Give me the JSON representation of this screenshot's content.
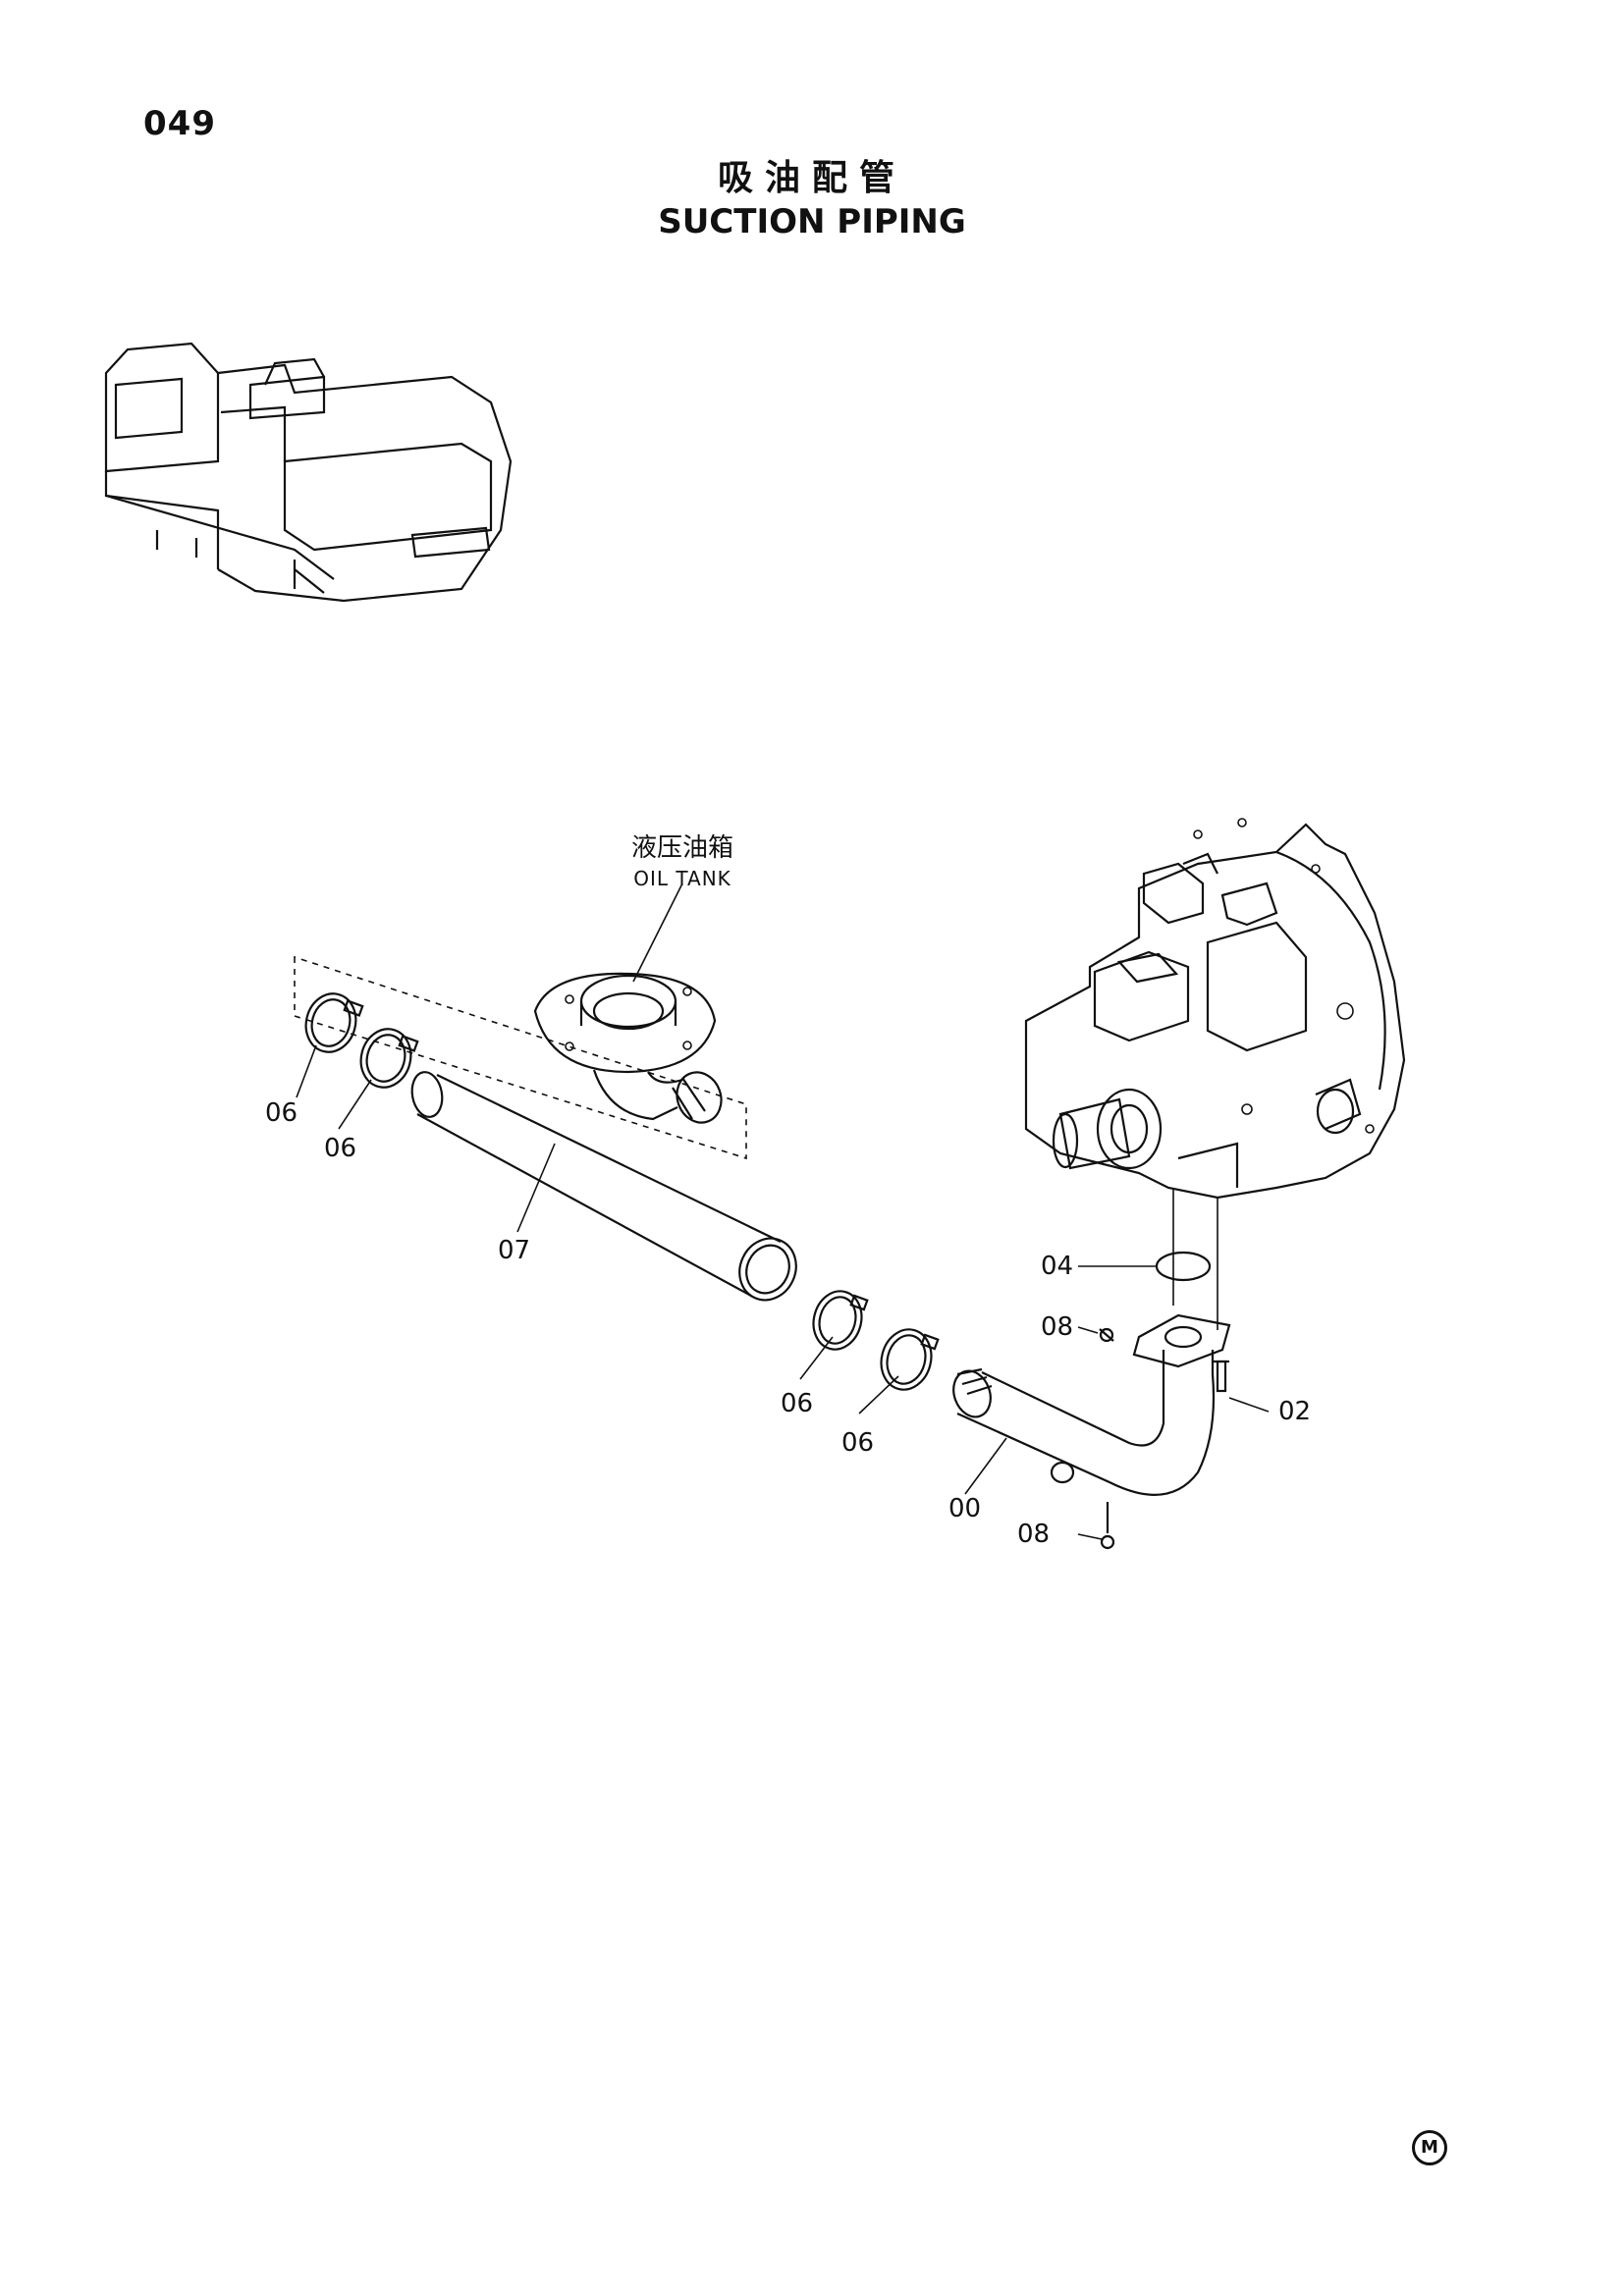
{
  "page": {
    "number": "049"
  },
  "title": {
    "chinese": "吸油配管",
    "english": "SUCTION PIPING"
  },
  "oil_tank_label": {
    "chinese": "液压油箱",
    "english": "OIL TANK"
  },
  "callouts": {
    "clamp_a": "06",
    "clamp_b": "06",
    "hose": "07",
    "clamp_c": "06",
    "clamp_d": "06",
    "pipe": "00",
    "o_ring": "04",
    "bolt_top": "08",
    "bolt_bottom": "08",
    "flange_bolt": "02"
  },
  "footer_mark": "M"
}
